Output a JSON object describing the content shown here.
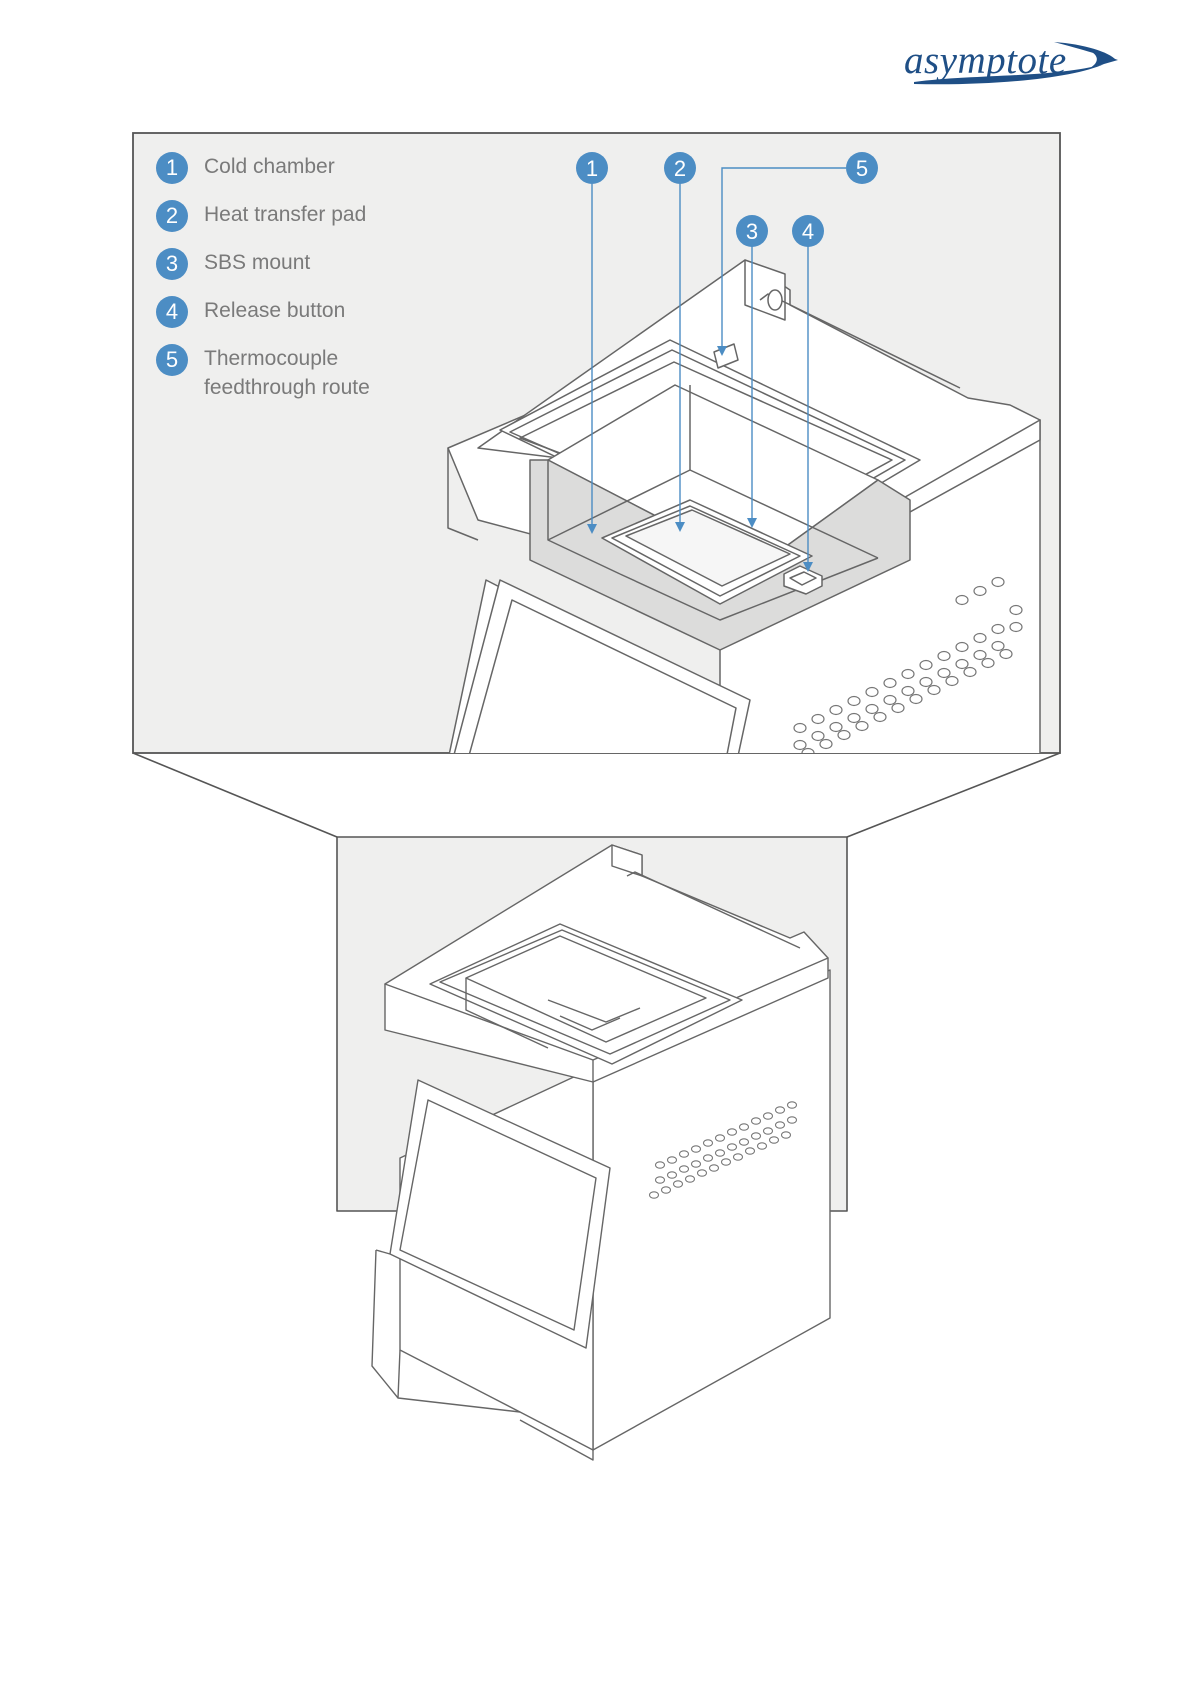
{
  "brand": {
    "name": "asymptote",
    "color": "#1f4f86"
  },
  "legend": {
    "items": [
      {
        "number": "1",
        "label": "Cold chamber"
      },
      {
        "number": "2",
        "label": "Heat transfer pad"
      },
      {
        "number": "3",
        "label": "SBS mount"
      },
      {
        "number": "4",
        "label": "Release button"
      },
      {
        "number": "5",
        "label": "Thermocouple feedthrough route"
      }
    ]
  },
  "callouts": [
    "1",
    "2",
    "3",
    "4",
    "5"
  ],
  "colors": {
    "accent": "#4c8dc4",
    "panel": "#efefee",
    "line": "#555555",
    "label": "#7a7a7a"
  }
}
